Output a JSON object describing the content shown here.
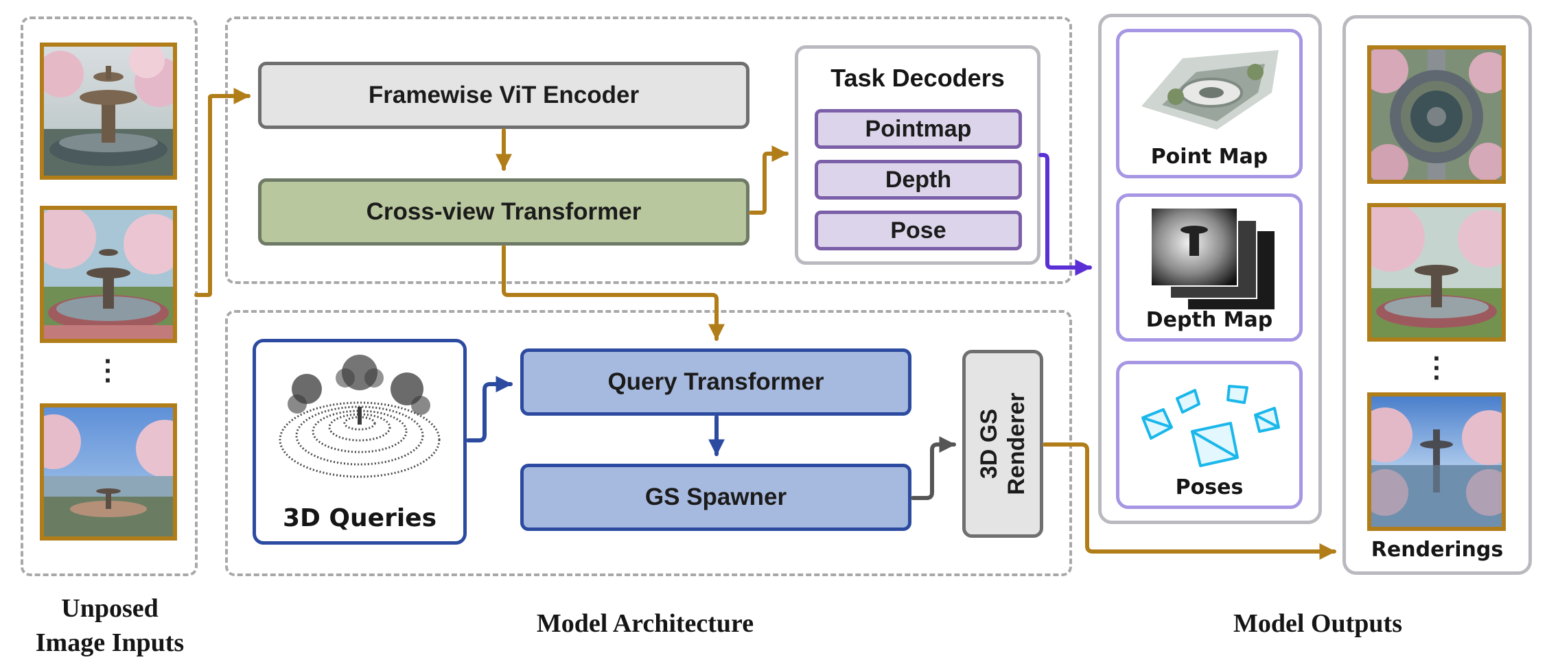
{
  "architecture": {
    "framewise_encoder": "Framewise ViT Encoder",
    "cross_view_transformer": "Cross-view Transformer",
    "task_decoders": {
      "title": "Task Decoders",
      "items": [
        "Pointmap",
        "Depth",
        "Pose"
      ]
    },
    "queries_label": "3D Queries",
    "query_transformer": "Query Transformer",
    "gs_spawner": "GS Spawner",
    "renderer_lines": [
      "3D GS",
      "Renderer"
    ]
  },
  "outputs": {
    "point_map": "Point Map",
    "depth_map": "Depth Map",
    "poses": "Poses",
    "renderings": "Renderings"
  },
  "sections": {
    "inputs_lines": [
      "Unposed",
      "Image Inputs"
    ],
    "architecture": "Model Architecture",
    "outputs": "Model Outputs"
  },
  "colors": {
    "gold_arrow": "#b07d18",
    "blue_arrow": "#2b4aa0",
    "purple_arrow": "#5a2fd6",
    "gray_arrow": "#555555",
    "thumb_frame": "#b07d18"
  }
}
